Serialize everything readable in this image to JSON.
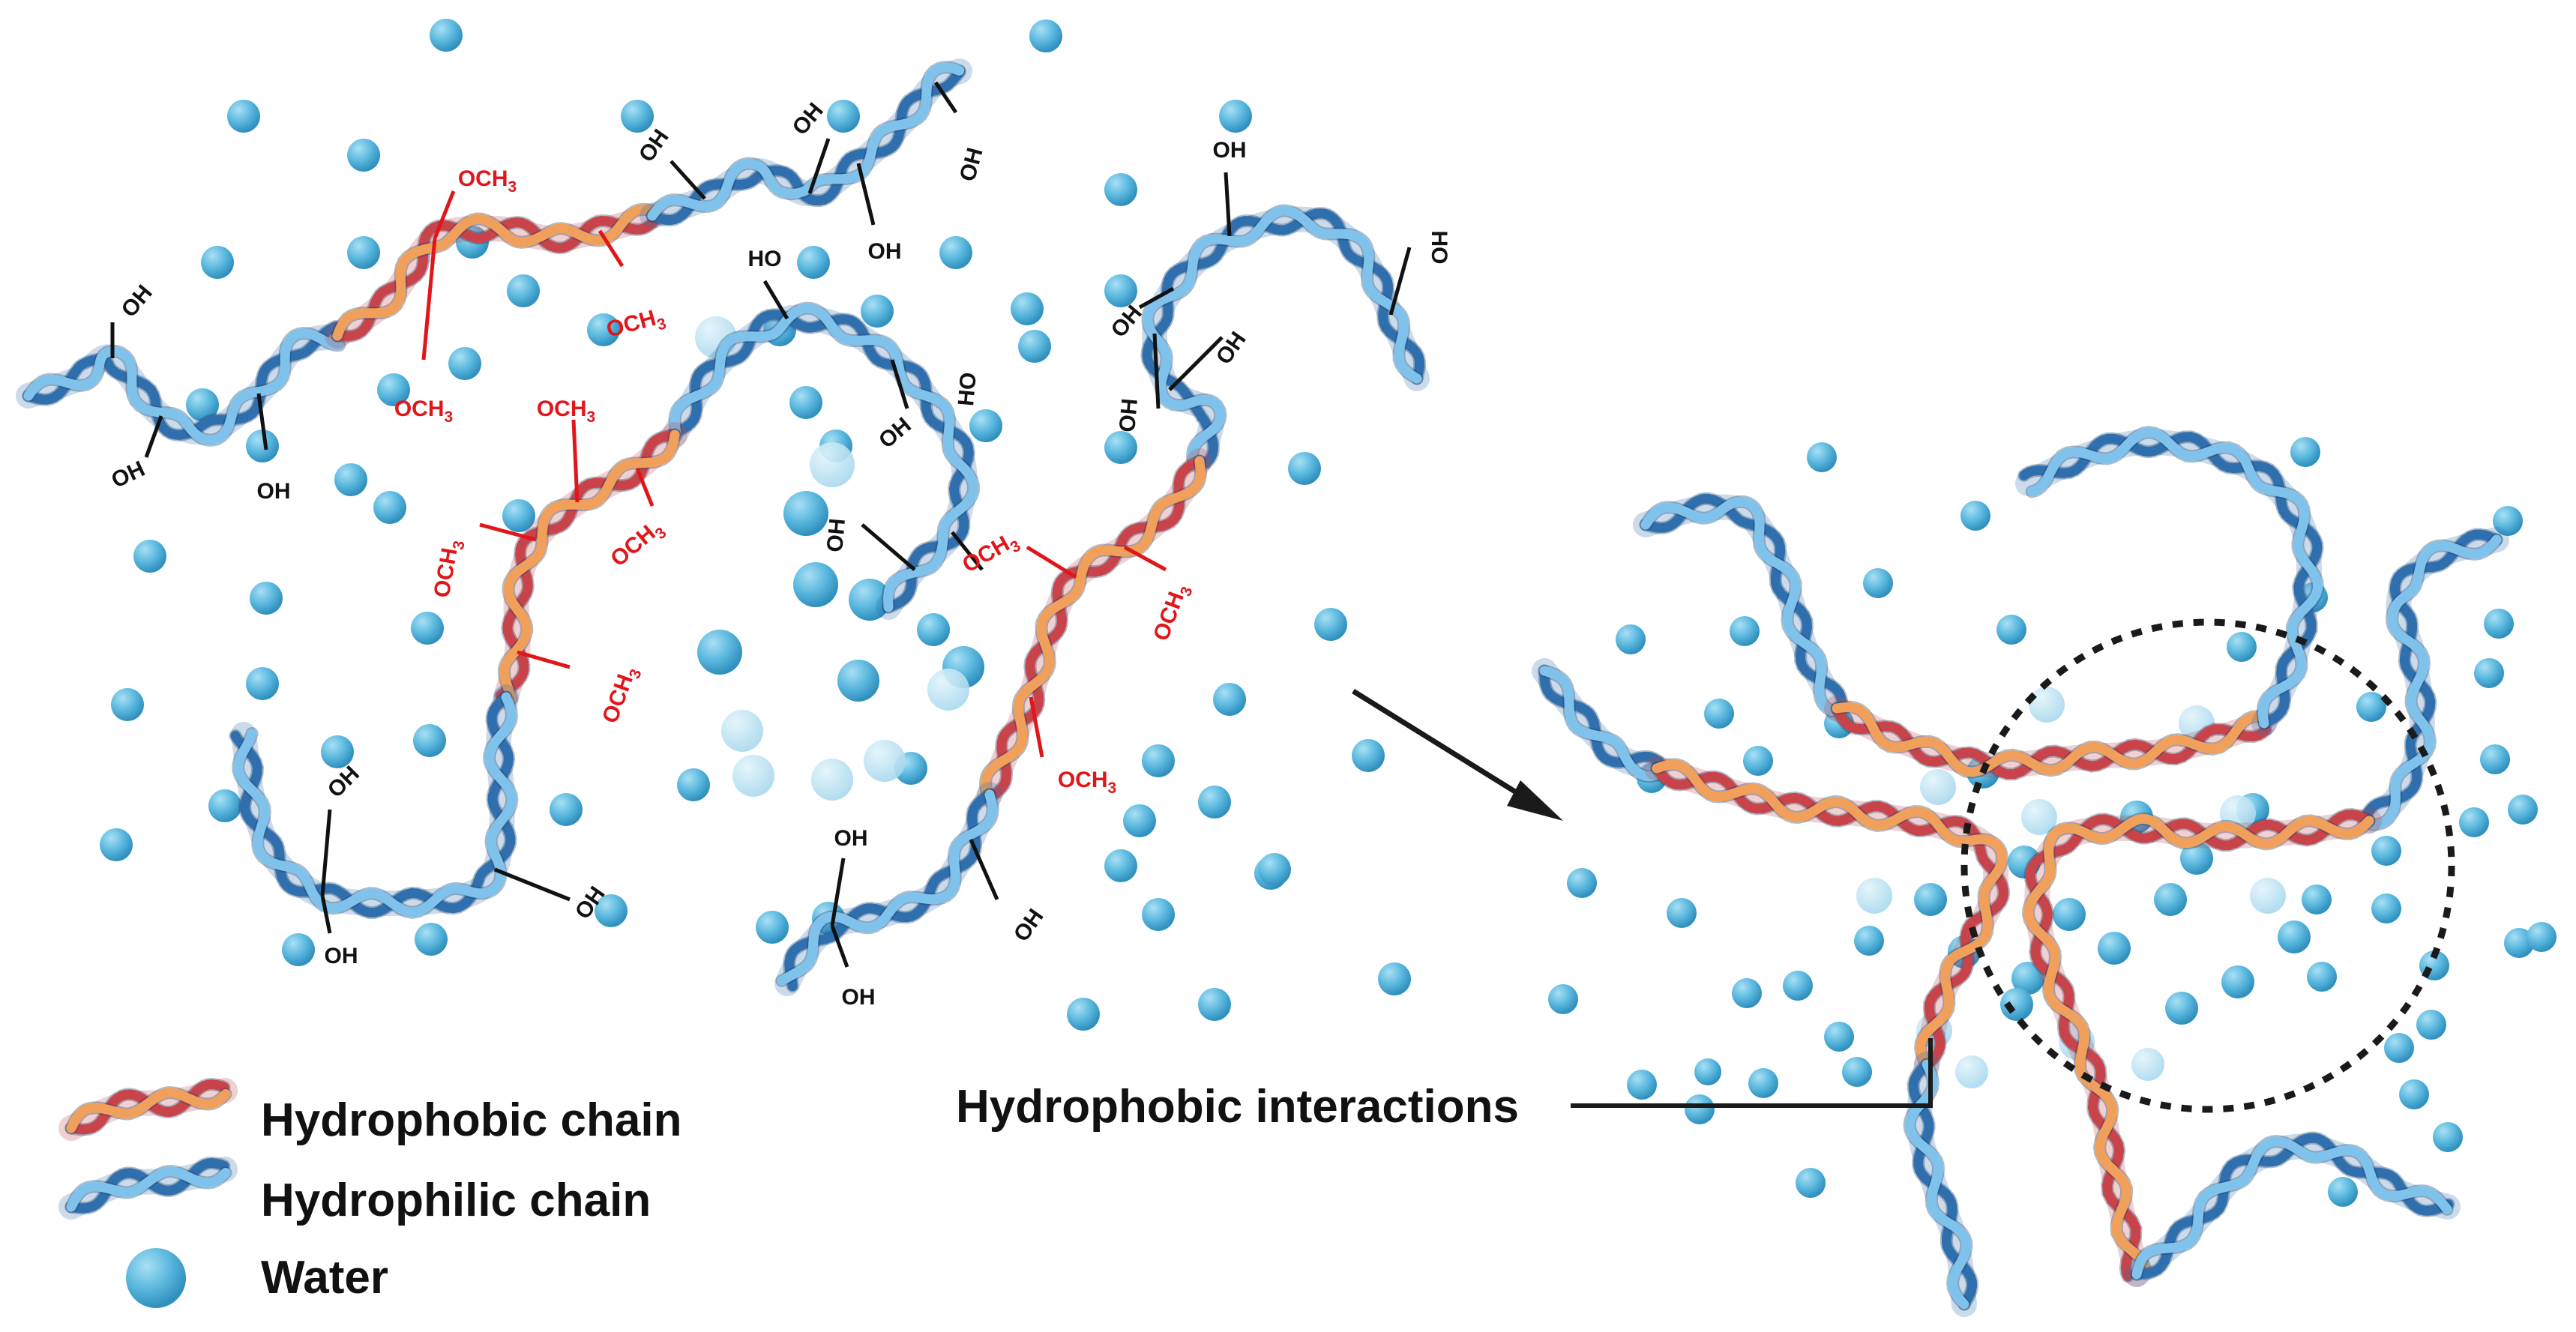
{
  "labels": {
    "hydroxyl": "OH",
    "hydroxyl_reversed": "HO",
    "methoxy_base": "OCH",
    "methoxy_subscript": "3"
  },
  "legend": {
    "hydrophobic": "Hydrophobic chain",
    "hydrophilic": "Hydrophilic chain",
    "water": "Water"
  },
  "callout": {
    "interactions": "Hydrophobic interactions"
  },
  "colors": {
    "hydrophobic_dark": "#c8434a",
    "hydrophobic_light": "#f0a05a",
    "hydrophilic_dark": "#2f6fae",
    "hydrophilic_light": "#7fc3ec",
    "water": "#5bb8de",
    "methoxy_text": "#e0161b",
    "hydroxyl_text": "#111111"
  },
  "icons": {
    "water": "water-droplet-icon",
    "arrow": "arrow-right-icon"
  }
}
